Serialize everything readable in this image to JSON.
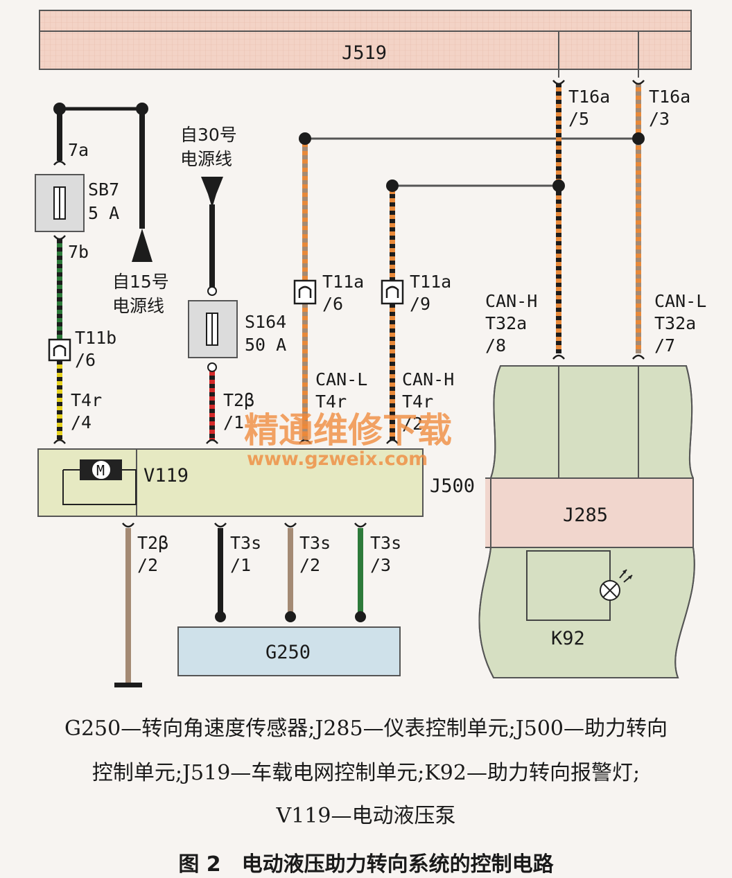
{
  "diagram": {
    "units": {
      "j519": "J519",
      "j500": "J500",
      "v119": "V119",
      "motor": "M",
      "g250": "G250",
      "j285": "J285",
      "k92": "K92"
    },
    "fuses": {
      "sb7_name": "SB7",
      "sb7_rating": "5 A",
      "s164_name": "S164",
      "s164_rating": "50 A"
    },
    "sources": {
      "b30_line1": "自30号",
      "b30_line2": "电源线",
      "b15_line1": "自15号",
      "b15_line2": "电源线"
    },
    "pins": {
      "p7a": "7a",
      "p7b": "7b",
      "t11b": "T11b",
      "t11b_n": "/6",
      "t4r_a": "T4r",
      "t4r_a_n": "/4",
      "t2b": "T2β",
      "t2b_n1": "/1",
      "t11a_a": "T11a",
      "t11a_a_n": "/6",
      "t11a_b": "T11a",
      "t11a_b_n": "/9",
      "canl_a": "CAN-L",
      "t4r_b": "T4r",
      "canh_a": "CAN-H",
      "t4r_c": "T4r",
      "t4r_c_n": "/2",
      "t16a_a": "T16a",
      "t16a_a_n": "/5",
      "t16a_b": "T16a",
      "t16a_b_n": "/3",
      "canh_b": "CAN-H",
      "t32a_a": "T32a",
      "t32a_a_n": "/8",
      "canl_b": "CAN-L",
      "t32a_b": "T32a",
      "t32a_b_n": "/7",
      "t2b_b": "T2β",
      "t2b_n2": "/2",
      "t3s1": "T3s",
      "t3s1_n": "/1",
      "t3s2": "T3s",
      "t3s2_n": "/2",
      "t3s3": "T3s",
      "t3s3_n": "/3"
    },
    "watermark": {
      "line1": "精通维修下载",
      "line2": "www.gzweix.com"
    }
  },
  "legend": {
    "line1": "G250—转向角速度传感器;J285—仪表控制单元;J500—助力转向",
    "line2": "控制单元;J519—车载电网控制单元;K92—助力转向报警灯;",
    "line3": "V119—电动液压泵"
  },
  "caption": "图 2　电动液压助力转向系统的控制电路",
  "colors": {
    "j519_fill": "#f3d3c6",
    "j500_fill": "#e6e9c2",
    "g250_fill": "#cfe1ea",
    "j285_green": "#d6dfc2",
    "j285_pink": "#f1d6cd",
    "wire_black": "#1c1c1c",
    "wire_orange": "#e8893a",
    "wire_brown": "#a48a74",
    "wire_green": "#2d7a3a",
    "wire_red": "#d42a2a",
    "wire_yellow": "#e6d21f"
  }
}
